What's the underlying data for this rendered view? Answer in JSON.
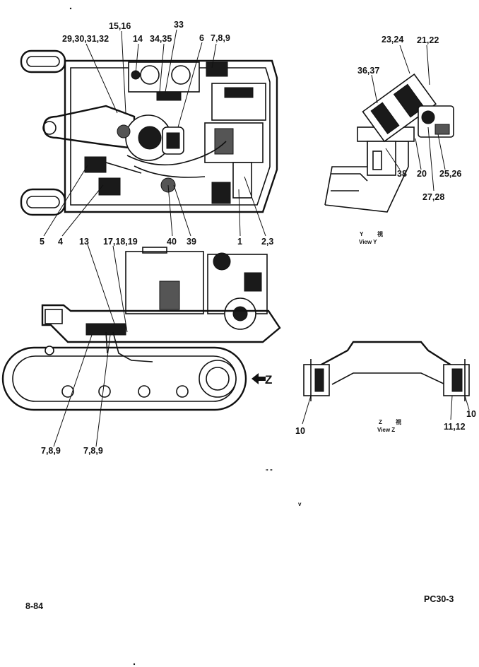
{
  "top_view": {
    "callouts": [
      "15,16",
      "33",
      "29,30,31,32",
      "14",
      "34,35",
      "6",
      "7,8,9",
      "5",
      "4",
      "40",
      "39",
      "1",
      "2,3"
    ]
  },
  "view_y": {
    "callouts": [
      "23,24",
      "21,22",
      "36,37",
      "38",
      "20",
      "25,26",
      "27,28"
    ],
    "caption_letter": "Y",
    "caption_mark": "視",
    "caption_text": "View Y"
  },
  "side_view": {
    "callouts": [
      "13",
      "17,18,19",
      "7,8,9",
      "7,8,9"
    ],
    "direction_label": "Z"
  },
  "view_z": {
    "callouts": [
      "10",
      "10",
      "11,12"
    ],
    "caption_letter": "Z",
    "caption_mark": "視",
    "caption_text": "View Z"
  },
  "footer": {
    "page_number": "8-84",
    "model": "PC30-3"
  },
  "artifacts": [
    "\" \"",
    "v"
  ]
}
